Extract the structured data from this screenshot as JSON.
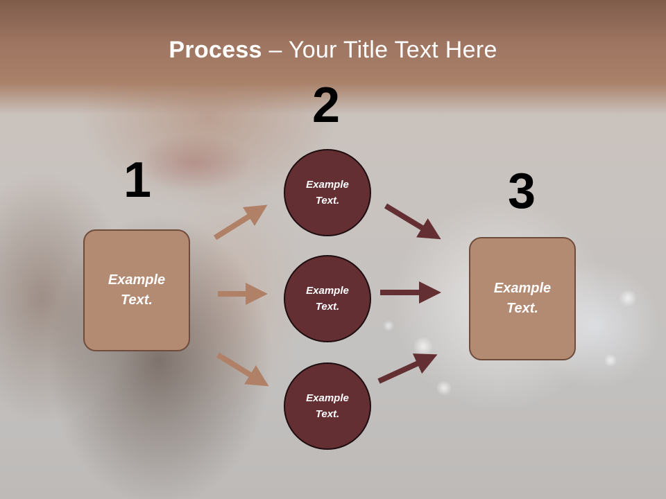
{
  "slide": {
    "title_bold": "Process",
    "title_rest": " – Your Title Text Here"
  },
  "steps": [
    {
      "number": "1",
      "text": "Example Text."
    },
    {
      "number": "2",
      "items": [
        "Example Text.",
        "Example Text.",
        "Example Text."
      ]
    },
    {
      "number": "3",
      "text": "Example Text."
    }
  ],
  "colors": {
    "box_fill": "#b38a72",
    "circle_fill": "#642f33",
    "arrow_light": "#b08067",
    "arrow_dark": "#642f33"
  }
}
